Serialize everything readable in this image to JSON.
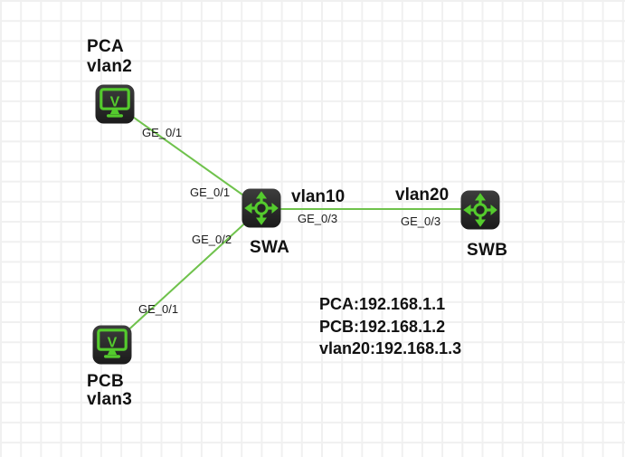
{
  "canvas": {
    "type": "network-topology",
    "background": "#ffffff",
    "grid_color": "#f0f0f0",
    "link_color": "#6fc24c",
    "icon_green": "#54cb2d",
    "icon_tile_color": "#2b2b2b",
    "label_color": "#111111"
  },
  "nodes": {
    "pca": {
      "name": "PCA",
      "vlan": "vlan2",
      "type": "pc"
    },
    "pcb": {
      "name": "PCB",
      "vlan": "vlan3",
      "type": "pc"
    },
    "swa": {
      "name": "SWA",
      "type": "switch"
    },
    "swb": {
      "name": "SWB",
      "type": "switch"
    }
  },
  "ports": {
    "pca_uplink": "GE_0/1",
    "swa_to_pca": "GE_0/1",
    "swa_to_pcb": "GE_0/2",
    "swa_to_swb": "GE_0/3",
    "swb_to_swa": "GE_0/3",
    "pcb_uplink": "GE_0/1"
  },
  "vlan_tags": {
    "swa_side": "vlan10",
    "swb_side": "vlan20"
  },
  "annotation": {
    "line1": "PCA:192.168.1.1",
    "line2": "PCB:192.168.1.2",
    "line3": "vlan20:192.168.1.3"
  }
}
